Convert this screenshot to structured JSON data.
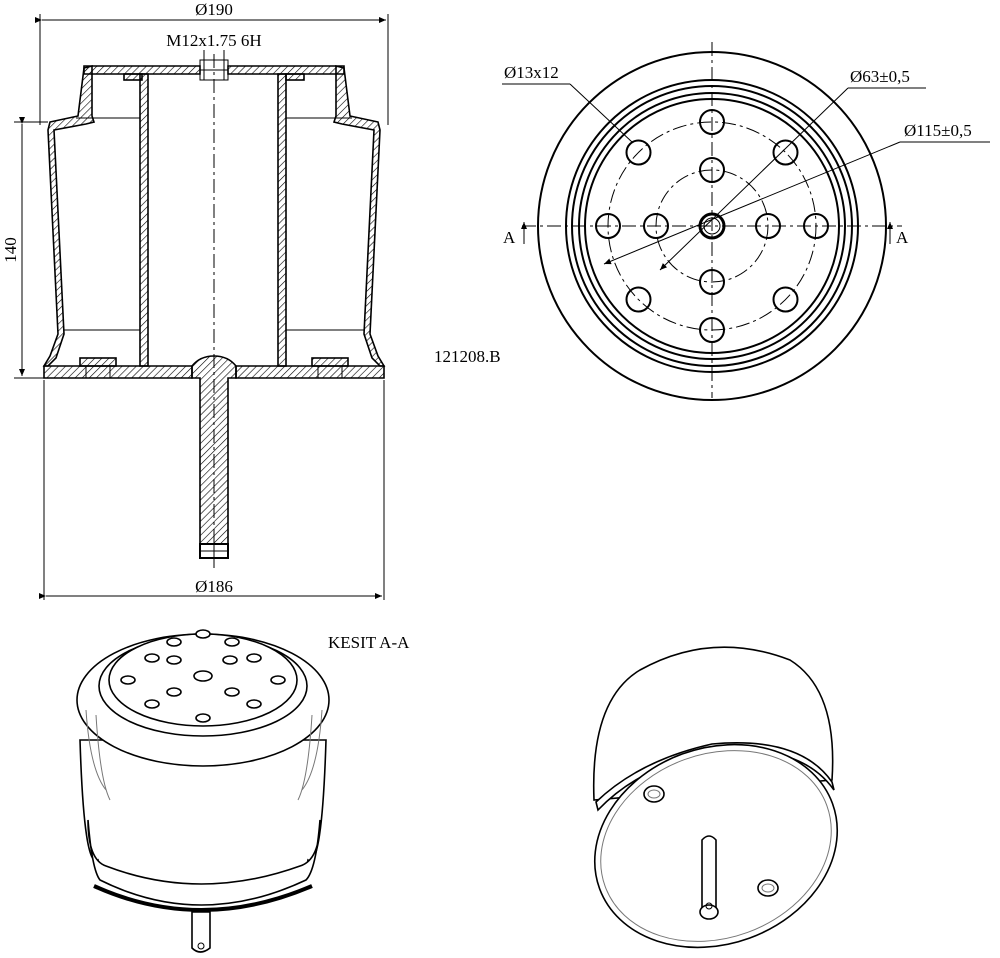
{
  "drawing": {
    "part_number": "121208.B",
    "section_label": "KESIT A-A"
  },
  "dimensions": {
    "top_diameter": "Ø190",
    "thread": "M12x1.75 6H",
    "height": "140",
    "bottom_diameter": "Ø186",
    "holes": "Ø13x12",
    "pcd_inner": "Ø63±0,5",
    "pcd_outer": "Ø115±0,5"
  },
  "section_markers": {
    "left": "A",
    "right": "A"
  }
}
